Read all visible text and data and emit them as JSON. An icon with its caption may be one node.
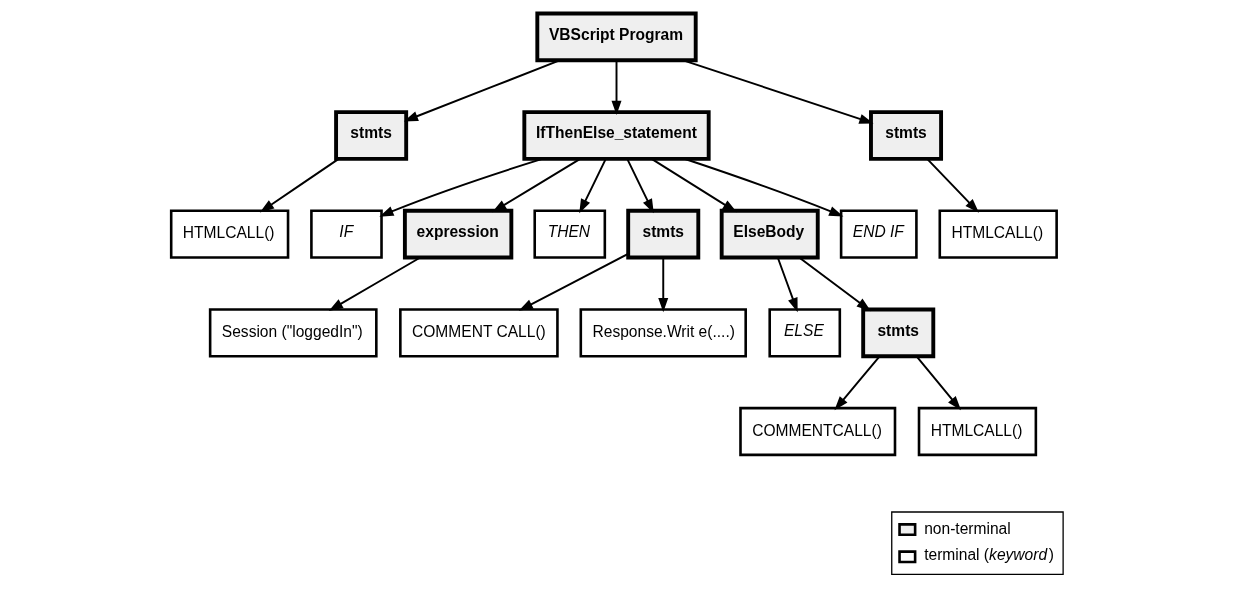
{
  "diagram": {
    "nodes": [
      {
        "text": [
          "VBScript Program"
        ]
      },
      {
        "text": [
          "stmts"
        ]
      },
      {
        "text": [
          "IfThenElse_statement"
        ]
      },
      {
        "text": [
          "stmts"
        ]
      },
      {
        "text": [
          "HTMLCALL()"
        ]
      },
      {
        "text": [
          "IF"
        ]
      },
      {
        "text": [
          "expression"
        ]
      },
      {
        "text": [
          "THEN"
        ]
      },
      {
        "text": [
          "stmts"
        ]
      },
      {
        "text": [
          "ElseBody"
        ]
      },
      {
        "text": [
          "END IF"
        ]
      },
      {
        "text": [
          "HTMLCALL()"
        ]
      },
      {
        "text": [
          "ELSE"
        ]
      },
      {
        "text": [
          "stmts"
        ]
      },
      {
        "text": [
          "Session (\"loggedIn\")"
        ]
      },
      {
        "text": [
          "COMMENT CALL()"
        ]
      },
      {
        "text": [
          "Response.Writ e(....)"
        ]
      },
      {
        "text": [
          "COMMENTCALL()"
        ]
      },
      {
        "text": [
          "HTMLCALL()"
        ]
      }
    ],
    "edges": [
      {
        "from": 0,
        "to": 1,
        "arrow": "to"
      },
      {
        "from": 0,
        "to": 2,
        "arrow": "to"
      },
      {
        "from": 0,
        "to": 3,
        "arrow": "to"
      },
      {
        "from": 1,
        "to": 4,
        "arrow": "to"
      },
      {
        "from": 2,
        "to": 5,
        "arrow": "to"
      },
      {
        "from": 2,
        "to": 6,
        "arrow": "to"
      },
      {
        "from": 2,
        "to": 7,
        "arrow": "to"
      },
      {
        "from": 2,
        "to": 8,
        "arrow": "to"
      },
      {
        "from": 2,
        "to": 9,
        "arrow": "to"
      },
      {
        "from": 2,
        "to": 10,
        "arrow": "to"
      },
      {
        "from": 3,
        "to": 11,
        "arrow": "to"
      },
      {
        "from": 6,
        "to": 14,
        "arrow": "to"
      },
      {
        "from": 8,
        "to": 15,
        "arrow": "to"
      },
      {
        "from": 8,
        "to": 16,
        "arrow": "to"
      },
      {
        "from": 9,
        "to": 12,
        "arrow": "to"
      },
      {
        "from": 9,
        "to": 13,
        "arrow": "to"
      },
      {
        "from": 13,
        "to": 17,
        "arrow": "to"
      },
      {
        "from": 13,
        "to": 18,
        "arrow": "to"
      }
    ],
    "legend": [
      {
        "text": "non-terminal"
      },
      {
        "text": "terminal (*keyword*)"
      }
    ]
  }
}
